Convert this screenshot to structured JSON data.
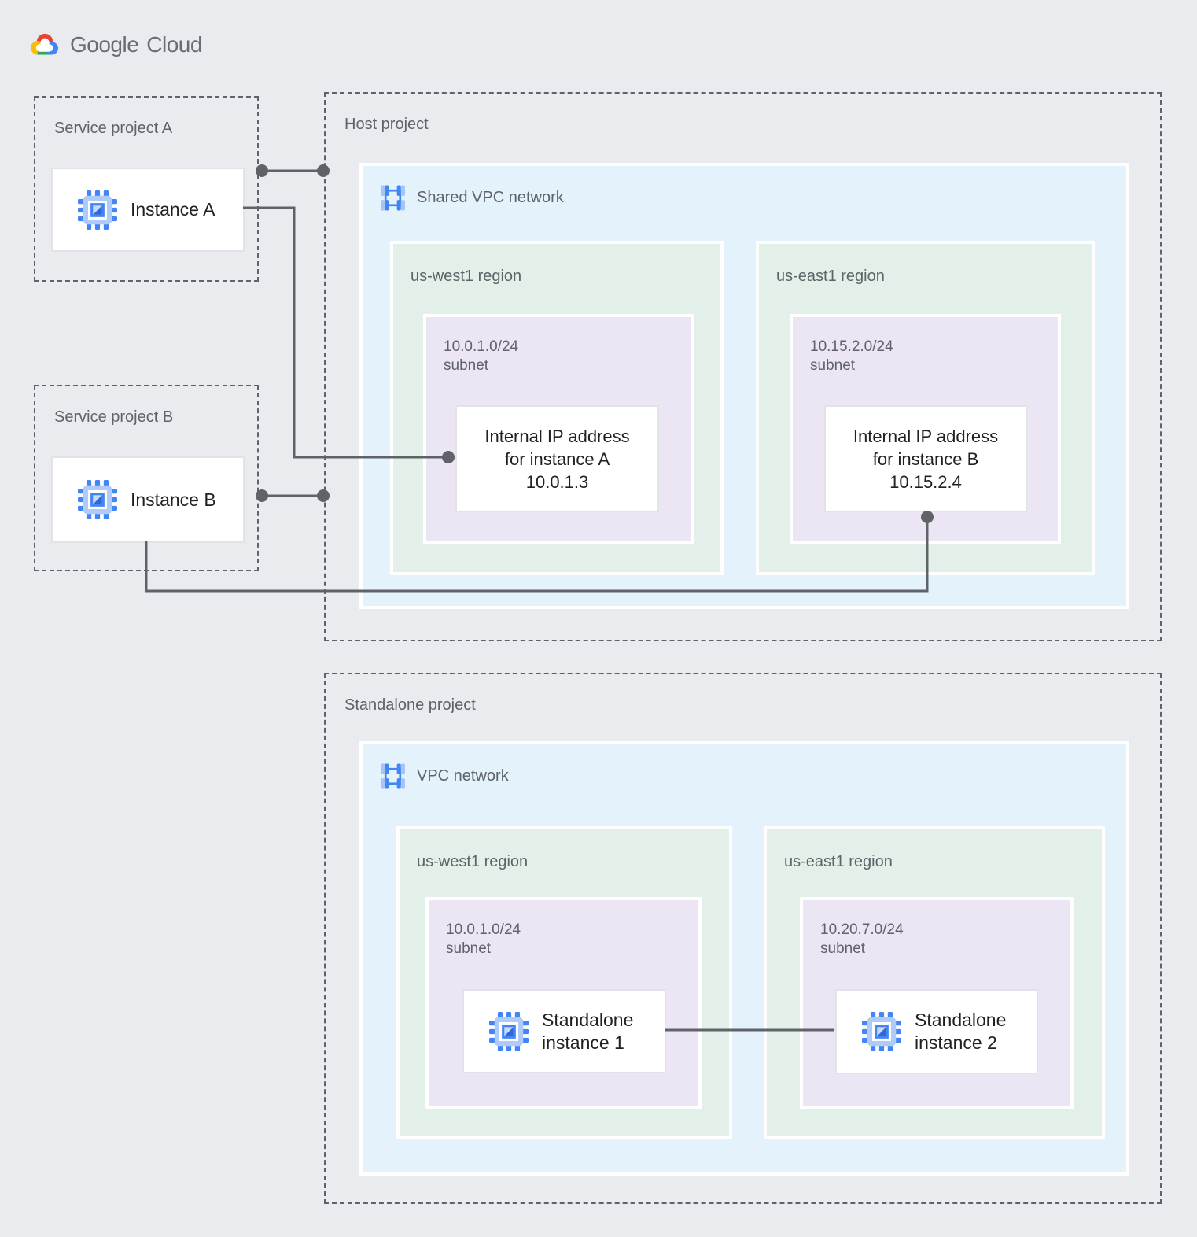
{
  "logo": {
    "google": "Google",
    "cloud": "Cloud"
  },
  "service_project_a": {
    "label": "Service project A",
    "instance_label": "Instance A"
  },
  "service_project_b": {
    "label": "Service project B",
    "instance_label": "Instance B"
  },
  "host_project": {
    "label": "Host project",
    "network_label": "Shared VPC network",
    "regions": [
      {
        "label": "us-west1 region",
        "subnet_cidr": "10.0.1.0/24",
        "subnet_word": "subnet",
        "card_lines": [
          "Internal IP address",
          "for instance A",
          "10.0.1.3"
        ]
      },
      {
        "label": "us-east1 region",
        "subnet_cidr": "10.15.2.0/24",
        "subnet_word": "subnet",
        "card_lines": [
          "Internal IP address",
          "for instance B",
          "10.15.2.4"
        ]
      }
    ]
  },
  "standalone_project": {
    "label": "Standalone project",
    "network_label": "VPC network",
    "regions": [
      {
        "label": "us-west1 region",
        "subnet_cidr": "10.0.1.0/24",
        "subnet_word": "subnet",
        "card_lines": [
          "Standalone",
          "instance 1"
        ]
      },
      {
        "label": "us-east1 region",
        "subnet_cidr": "10.20.7.0/24",
        "subnet_word": "subnet",
        "card_lines": [
          "Standalone",
          "instance 2"
        ]
      }
    ]
  },
  "icons": {
    "instance": "compute-engine-chip-icon",
    "network": "vpc-network-icon",
    "logo": "google-cloud-logo-icon"
  },
  "colors": {
    "background": "#E9EBEE",
    "network_blue": "#E3F2FB",
    "region_green": "#E2F0E9",
    "subnet_purple": "#ECE6F4",
    "connector": "#5F6368",
    "label_gray": "#5F6368",
    "text_dark": "#202124",
    "icon_blue": "#4285F4",
    "icon_light_blue": "#AECBFA",
    "logo_red": "#EA4335",
    "logo_yellow": "#FBBC04",
    "logo_green": "#34A853",
    "logo_blue": "#4285F4"
  }
}
